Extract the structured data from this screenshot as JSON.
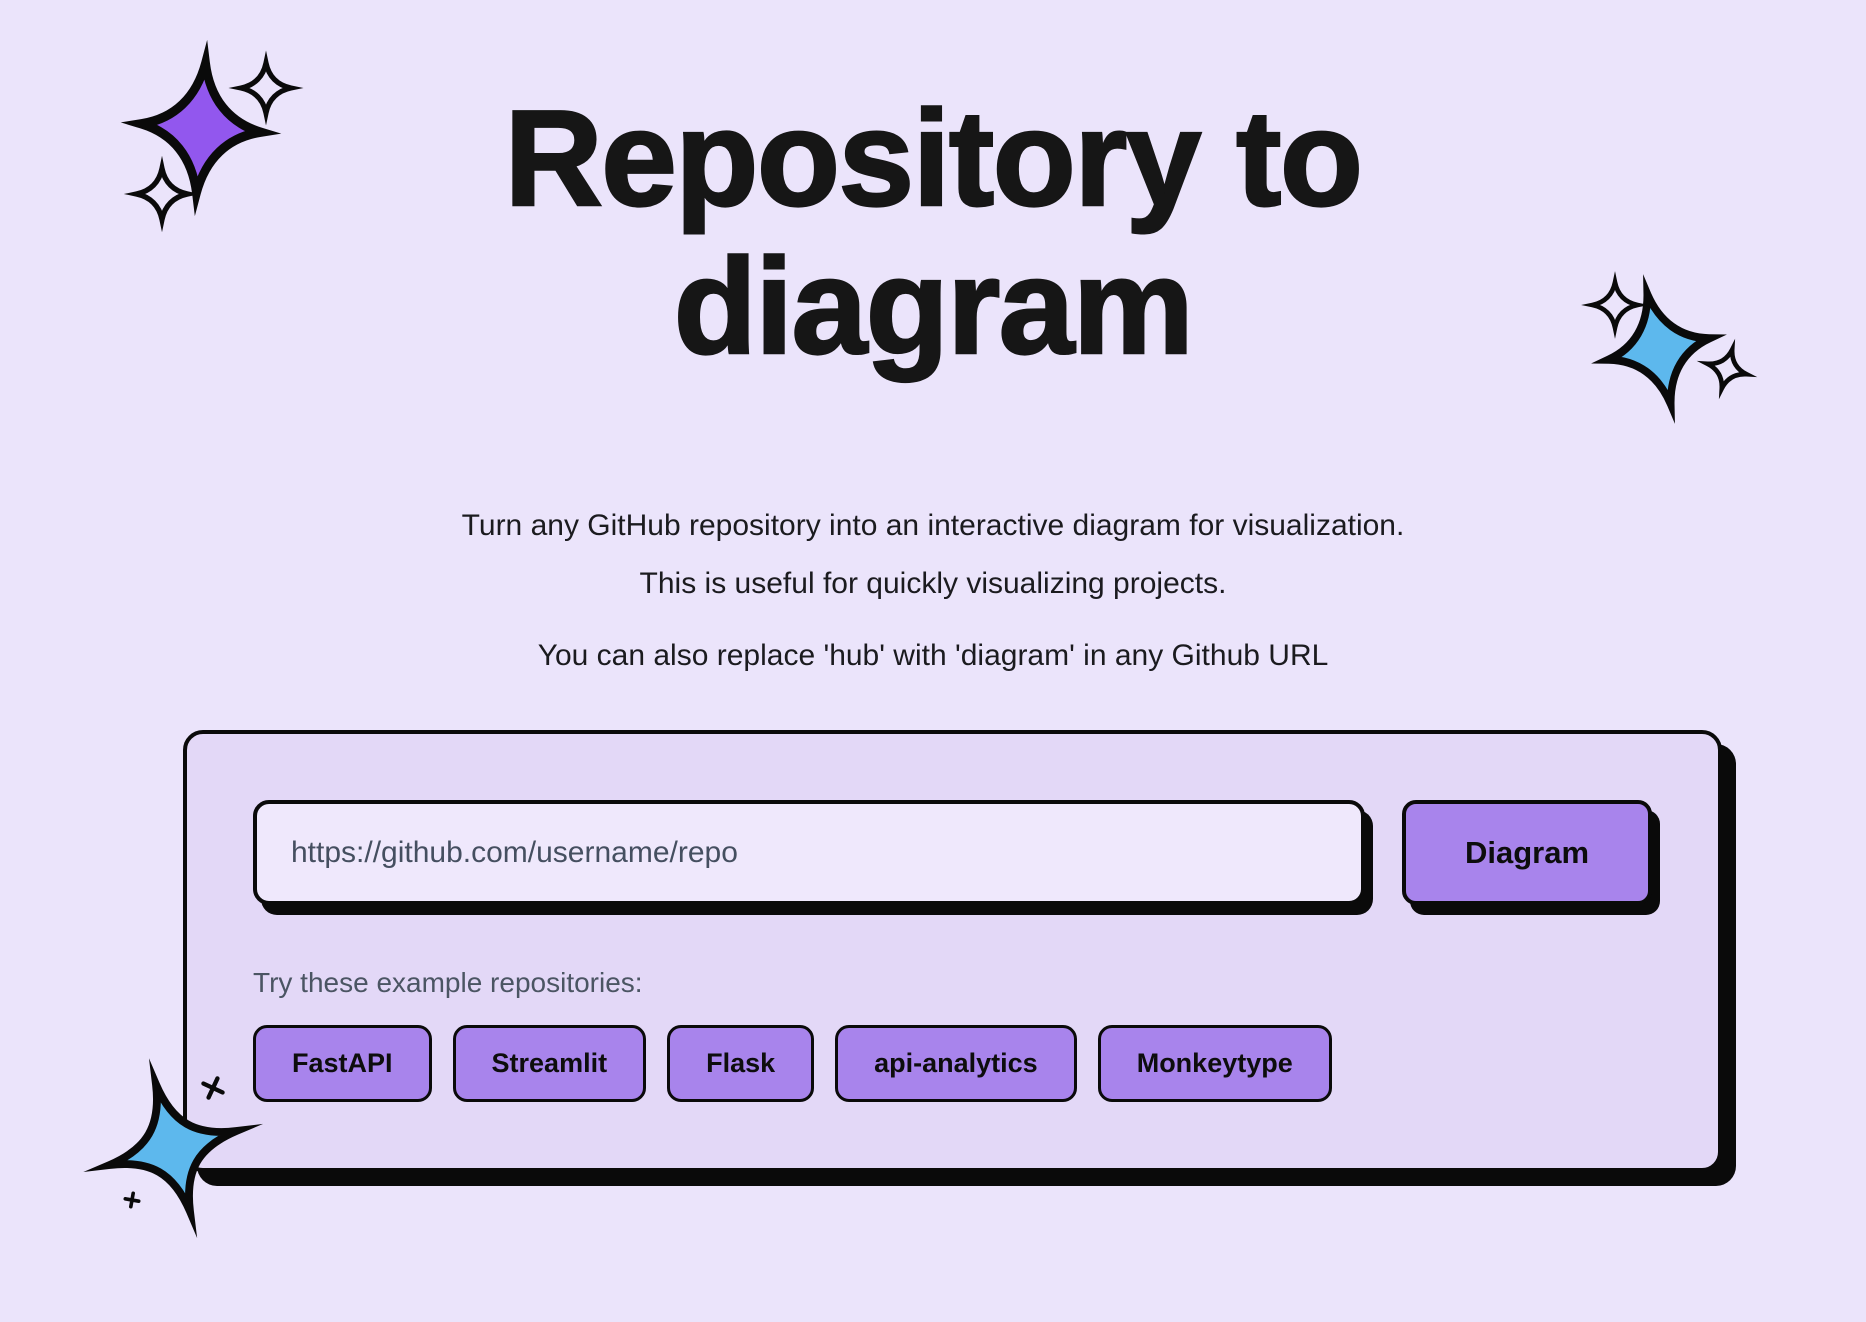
{
  "hero": {
    "title_line1": "Repository to",
    "title_line2": "diagram",
    "subtitle_line1": "Turn any GitHub repository into an interactive diagram for visualization.",
    "subtitle_line2": "This is useful for quickly visualizing projects.",
    "note": "You can also replace 'hub' with 'diagram' in any Github URL"
  },
  "form": {
    "url_placeholder": "https://github.com/username/repo",
    "url_value": "",
    "submit_label": "Diagram",
    "examples_label": "Try these example repositories:",
    "examples": [
      "FastAPI",
      "Streamlit",
      "Flask",
      "api-analytics",
      "Monkeytype"
    ]
  },
  "decorations": {
    "top_left": "purple-sparkle-with-outline-sparkles",
    "header_right": "blue-sparkle-with-outline-sparkles",
    "bottom_left": "blue-sparkle-with-plus-marks"
  },
  "colors": {
    "page_background": "#ebe4fb",
    "card_background": "#e3d8f7",
    "input_background": "#efe8fc",
    "accent_purple": "#a884ec",
    "sparkle_purple": "#9257ee",
    "sparkle_blue": "#5db8ed",
    "outline_black": "#0a0a0a",
    "text_primary": "#1b1b1f",
    "text_muted": "#454f60"
  }
}
